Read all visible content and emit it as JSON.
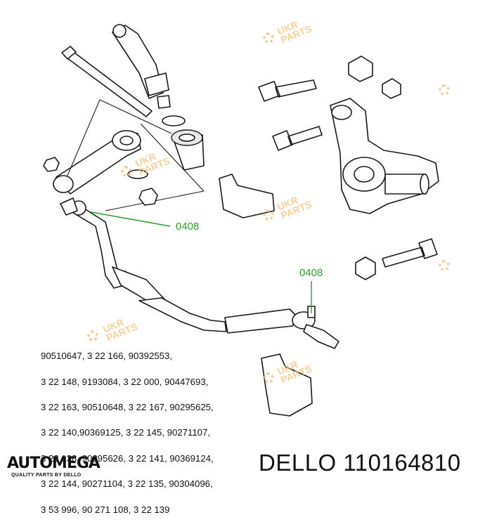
{
  "watermark": {
    "text_line1": "UKR",
    "text_line2": "PARTS",
    "color": "#f0c27a"
  },
  "callouts": [
    {
      "label": "0408",
      "color": "#2e9e2e"
    },
    {
      "label": "0408",
      "color": "#2e9e2e"
    }
  ],
  "oem_numbers": [
    "90510647, 3 22 166,  90392553,",
    "3 22 148, 9193084, 3 22 000, 90447693,",
    "3 22 163, 90510648, 3 22 167, 90295625,",
    "3 22 140,90369125, 3 22 145, 90271107,",
    "3 22 138, 90295626, 3 22 141, 90369124,",
    "3 22 144, 90271104, 3 22 135, 90304096,",
    "3 53 996, 90 271 108, 3 22 139"
  ],
  "logo": {
    "main": "AUTOMEGA",
    "sub": "QUALITY PARTS BY DELLO"
  },
  "brand": {
    "name": "DELLO",
    "part_number": "110164810"
  }
}
